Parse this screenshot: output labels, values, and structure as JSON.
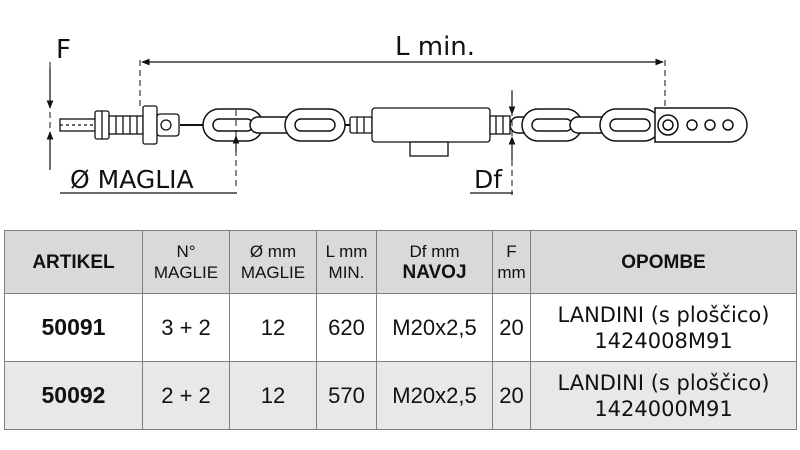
{
  "drawing": {
    "label_f": "F",
    "label_lmin": "L min.",
    "label_maglia": "Ø MAGLIA",
    "label_df": "Df"
  },
  "table": {
    "headers": {
      "artikel": "ARTIKEL",
      "n_line1": "N°",
      "n_line2": "MAGLIE",
      "d_line1": "Ø mm",
      "d_line2": "MAGLIE",
      "l_line1": "L mm",
      "l_line2": "MIN.",
      "df_line1": "Df mm",
      "df_line2": "NAVOJ",
      "f_line1": "F",
      "f_line2": "mm",
      "opombe": "OPOMBE"
    },
    "rows": [
      {
        "artikel": "50091",
        "n_maglie": "3 + 2",
        "d_maglie": "12",
        "l_min": "620",
        "df": "M20x2,5",
        "f": "20",
        "note_line1": "LANDINI (s ploščico)",
        "note_line2": "1424008M91"
      },
      {
        "artikel": "50092",
        "n_maglie": "2 + 2",
        "d_maglie": "12",
        "l_min": "570",
        "df": "M20x2,5",
        "f": "20",
        "note_line1": "LANDINI (s ploščico)",
        "note_line2": "1424000M91"
      }
    ]
  }
}
